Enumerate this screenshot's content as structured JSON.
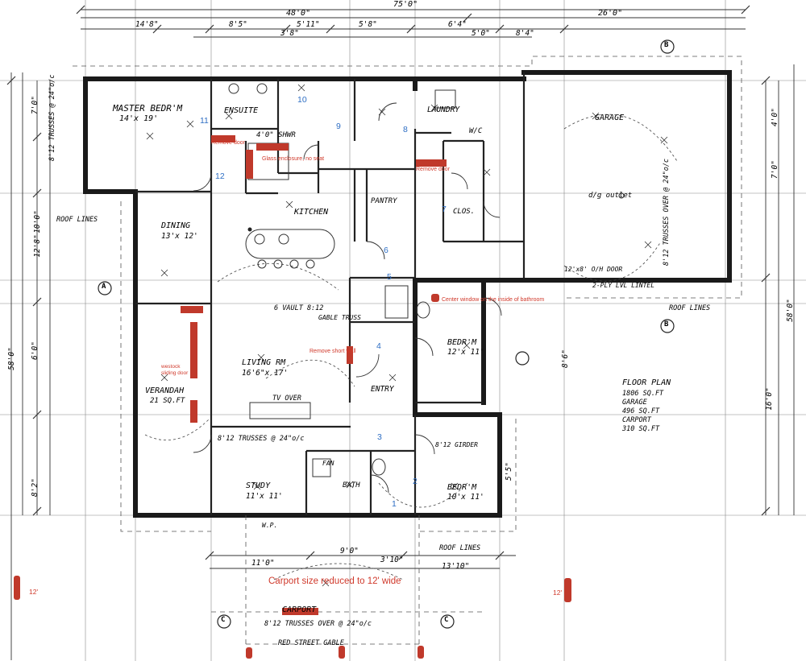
{
  "rooms": {
    "master_bedroom": "MASTER BEDR'M",
    "master_bedroom_dim": "14'x 19'",
    "ensuite": "ENSUITE",
    "shower": "4'0\" SHWR",
    "kitchen": "KITCHEN",
    "dining": "DINING",
    "dining_dim": "13'x 12'",
    "living_rm": "LIVING RM",
    "living_rm_dim": "16'6\"x 17'",
    "verandah": "VERANDAH",
    "verandah_dim": "21 SQ.FT",
    "laundry": "LAUNDRY",
    "garage": "GARAGE",
    "garage_outlet": "d/g outlet",
    "entry": "ENTRY",
    "study": "STUDY",
    "study_dim": "11'x 11'",
    "bath": "BATH",
    "bedroom_2": "BEDR'M",
    "bedroom_2_dim": "10'x 11'",
    "bedroom_3": "BEDR'M",
    "bedroom_3_dim": "12'x 11'",
    "carport": "CARPORT",
    "pantry": "PANTRY",
    "wic": "W/C",
    "closet": "CLOS."
  },
  "notes": {
    "floor_plan_title": "FLOOR PLAN",
    "floor_plan_lines": [
      "1806 SQ.FT",
      "GARAGE",
      "496 SQ.FT",
      "CARPORT",
      "310 SQ.FT"
    ],
    "roof_lines_1": "ROOF LINES",
    "roof_lines_2": "ROOF LINES",
    "roof_lines_3": "ROOF LINES",
    "red_street_gable": "RED STREET GABLE",
    "trusses_master": "8'12 TRUSSES @ 24\"o/c",
    "trusses_garage": "8'12 TRUSSES OVER @ 24\"o/c",
    "trusses_living": "8'12 TRUSSES @ 24\"o/c",
    "trusses_carport": "8'12 TRUSSES OVER @ 24\"o/c",
    "vault": "6 VAULT 8:12",
    "gable_truss": "GABLE TRUSS",
    "tv_over": "TV OVER",
    "entry_door": "12'x8' O/H DOOR",
    "lvl_lintel": "2-PLY LVL LINTEL",
    "girder": "8'12 GIRDER",
    "wp": "W.P.",
    "fan": "FAN"
  },
  "dimensions": {
    "top_total": "75'0\"",
    "top_left": "48'0\"",
    "top_right": "26'0\"",
    "top_sub": [
      "14'8\"",
      "8'5\"",
      "5'11\"",
      "5'8\"",
      "3'8\"",
      "6'4\"",
      "5'0\"",
      "8'4\""
    ],
    "left_total": "58'0\"",
    "left_sub": [
      "7'0\"",
      "10'0\"",
      "6'0\"",
      "12'8\"",
      "8'2\""
    ],
    "right_total": "58'0\"",
    "right_sub": [
      "4'0\"",
      "7'0\"",
      "16'0\"",
      "8'6\"",
      "5'5\""
    ],
    "bottom_sub": [
      "11'0\"",
      "9'0\"",
      "3'10\"",
      "13'10\""
    ],
    "carport_width": "12'"
  },
  "red_notes": {
    "remove_door_1": "Remove door",
    "glass_enclosure": "Glass enclosure, no seat",
    "remove_door_2": "Remove door",
    "center_window": "Center window on the inside of bathroom",
    "remove_short_wall": "Remove short wall",
    "westock_door": "westock sliding door",
    "carport_reduced": "Carport size reduced to 12' wide",
    "left_12": "12'",
    "right_12": "12'"
  },
  "markers": [
    "1",
    "2",
    "3",
    "4",
    "5",
    "6",
    "7",
    "8",
    "9",
    "10",
    "11",
    "12"
  ],
  "section_labels": [
    "A",
    "B",
    "C"
  ],
  "colors": {
    "ink": "#1a1a1a",
    "red_markup": "#c0392b",
    "blue_marker": "#2f6fc4"
  }
}
